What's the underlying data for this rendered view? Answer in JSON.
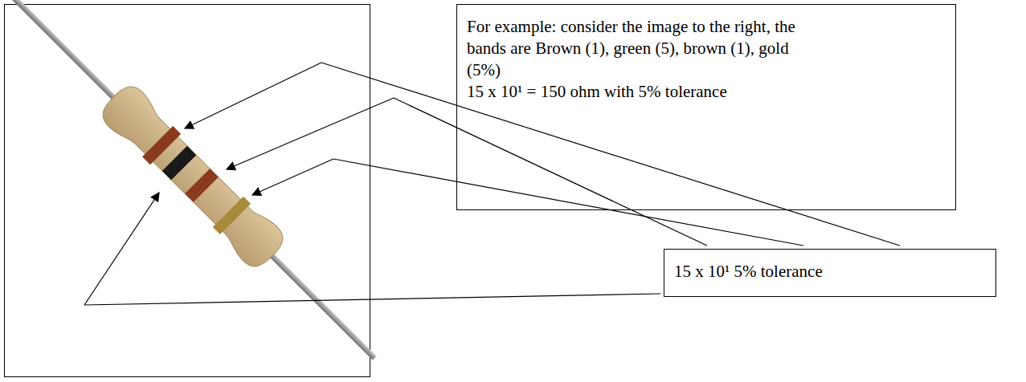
{
  "diagram": {
    "nodes": [
      {
        "text": [
          "For example: consider the image to the right, the bands are Brown (1), green (5), brown (1), gold (5%)",
          "15 x 10¹ = 150 ohm with 5% tolerance"
        ]
      },
      {
        "text": [
          "15 x 10¹ 5% tolerance"
        ]
      }
    ]
  }
}
